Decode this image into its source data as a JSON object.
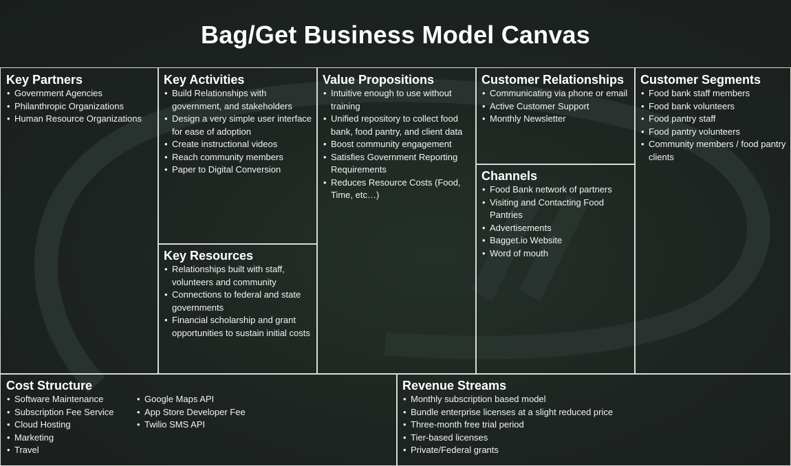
{
  "title": "Bag/Get Business Model Canvas",
  "colors": {
    "background": "#1c211f",
    "border": "#d8dcd9",
    "text": "#ffffff"
  },
  "key_partners": {
    "heading": "Key Partners",
    "items": [
      "Government Agencies",
      "Philanthropic Organizations",
      "Human Resource Organizations"
    ]
  },
  "key_activities": {
    "heading": "Key Activities",
    "items": [
      "Build Relationships with government, and stakeholders",
      "Design a very simple user interface for ease of adoption",
      "Create instructional videos",
      "Reach community members",
      "Paper to Digital Conversion"
    ]
  },
  "key_resources": {
    "heading": "Key Resources",
    "items": [
      "Relationships built with staff, volunteers and community",
      "Connections to federal and state governments",
      "Financial scholarship and grant opportunities to sustain initial costs"
    ]
  },
  "value_propositions": {
    "heading": "Value Propositions",
    "items": [
      "Intuitive enough to use without training",
      "Unified repository to collect food bank, food pantry, and client data",
      "Boost community engagement",
      "Satisfies Government Reporting Requirements",
      "Reduces Resource Costs (Food, Time, etc…)"
    ]
  },
  "customer_relationships": {
    "heading": "Customer Relationships",
    "items": [
      "Communicating via phone or email",
      "Active Customer Support",
      "Monthly Newsletter"
    ]
  },
  "channels": {
    "heading": "Channels",
    "items": [
      "Food Bank network of partners",
      "Visiting and Contacting Food Pantries",
      "Advertisements",
      "Bagget.io Website",
      "Word of mouth"
    ]
  },
  "customer_segments": {
    "heading": "Customer Segments",
    "items": [
      "Food bank staff members",
      "Food bank volunteers",
      "Food pantry staff",
      "Food pantry volunteers",
      "Community members / food pantry clients"
    ]
  },
  "cost_structure": {
    "heading": "Cost Structure",
    "items_col1": [
      "Software Maintenance",
      "Subscription Fee Service",
      "Cloud Hosting",
      "Marketing",
      "Travel"
    ],
    "items_col2": [
      "Google Maps API",
      "App Store Developer Fee",
      "Twilio SMS API"
    ]
  },
  "revenue_streams": {
    "heading": "Revenue Streams",
    "items": [
      "Monthly subscription based model",
      "Bundle enterprise licenses at a slight reduced price",
      "Three-month free trial period",
      "Tier-based licenses",
      "Private/Federal grants"
    ]
  }
}
